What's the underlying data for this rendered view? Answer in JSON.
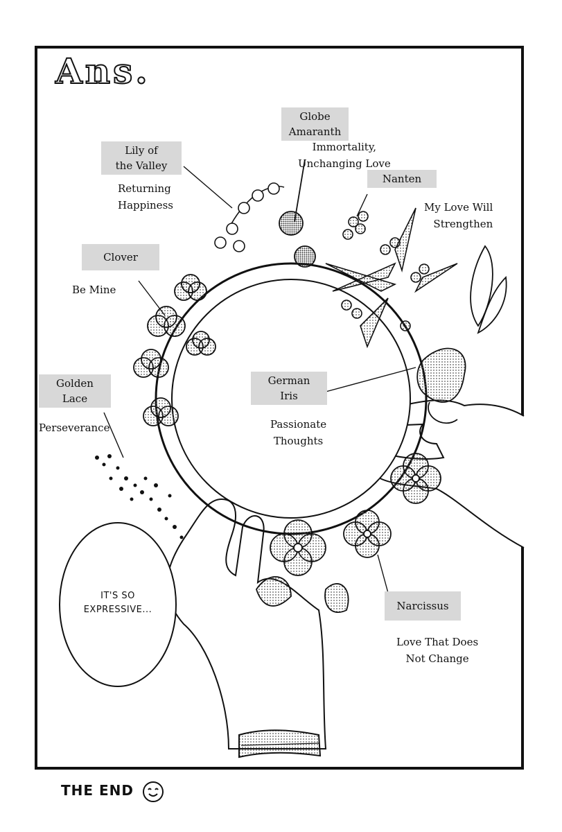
{
  "title": "Ans.",
  "flowers": [
    {
      "name": "Globe\nAmaranth",
      "meaning": "Immortality,\nUnchanging Love"
    },
    {
      "name": "Lily of\nthe Valley",
      "meaning": "Returning\nHappiness"
    },
    {
      "name": "Nanten",
      "meaning": "My Love Will\nStrengthen"
    },
    {
      "name": "Clover",
      "meaning": "Be Mine"
    },
    {
      "name": "German\nIris",
      "meaning": "Passionate\nThoughts"
    },
    {
      "name": "Golden\nLace",
      "meaning": "Perseverance"
    },
    {
      "name": "Narcissus",
      "meaning": "Love That Does\nNot Change"
    }
  ],
  "speech_bubble": "IT'S SO\nEXPRESSIVE...",
  "footer": {
    "the_end": "THE END",
    "icon": "smiley-icon"
  },
  "colors": {
    "ink": "#111111",
    "label_bg": "#d8d8d8",
    "paper": "#ffffff"
  }
}
